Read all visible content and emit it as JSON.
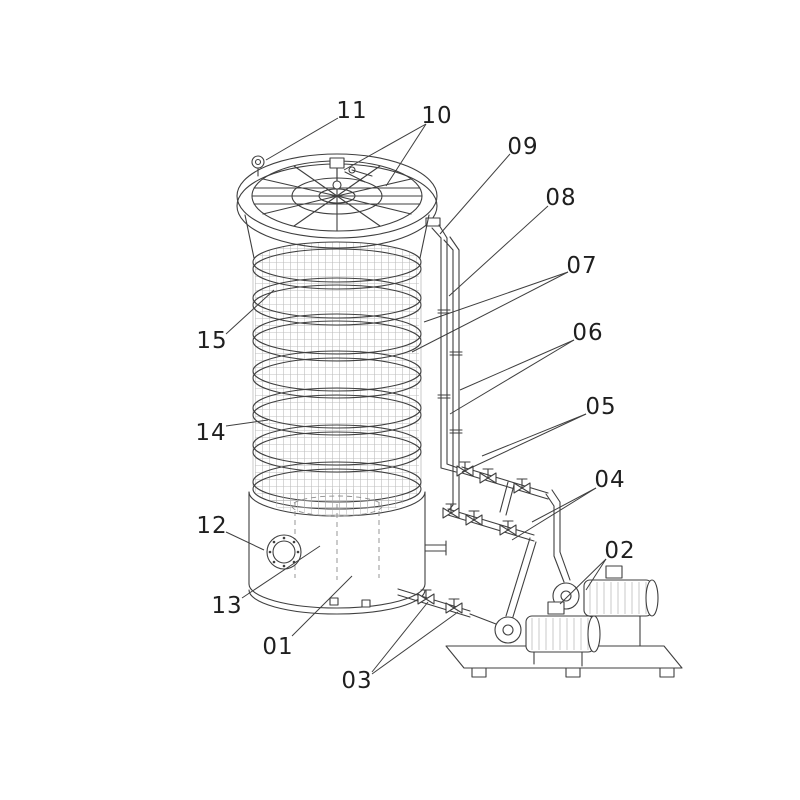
{
  "diagram": {
    "kind": "patent-style-line-drawing",
    "colors": {
      "background": "#ffffff",
      "line": "#3f3f3f",
      "mesh": "#b3b3b3",
      "label": "#1f1f1f"
    },
    "callouts": [
      {
        "text": "01"
      },
      {
        "text": "02"
      },
      {
        "text": "03"
      },
      {
        "text": "04"
      },
      {
        "text": "05"
      },
      {
        "text": "06"
      },
      {
        "text": "07"
      },
      {
        "text": "08"
      },
      {
        "text": "09"
      },
      {
        "text": "10"
      },
      {
        "text": "11"
      },
      {
        "text": "12"
      },
      {
        "text": "13"
      },
      {
        "text": "14"
      },
      {
        "text": "15"
      }
    ]
  }
}
